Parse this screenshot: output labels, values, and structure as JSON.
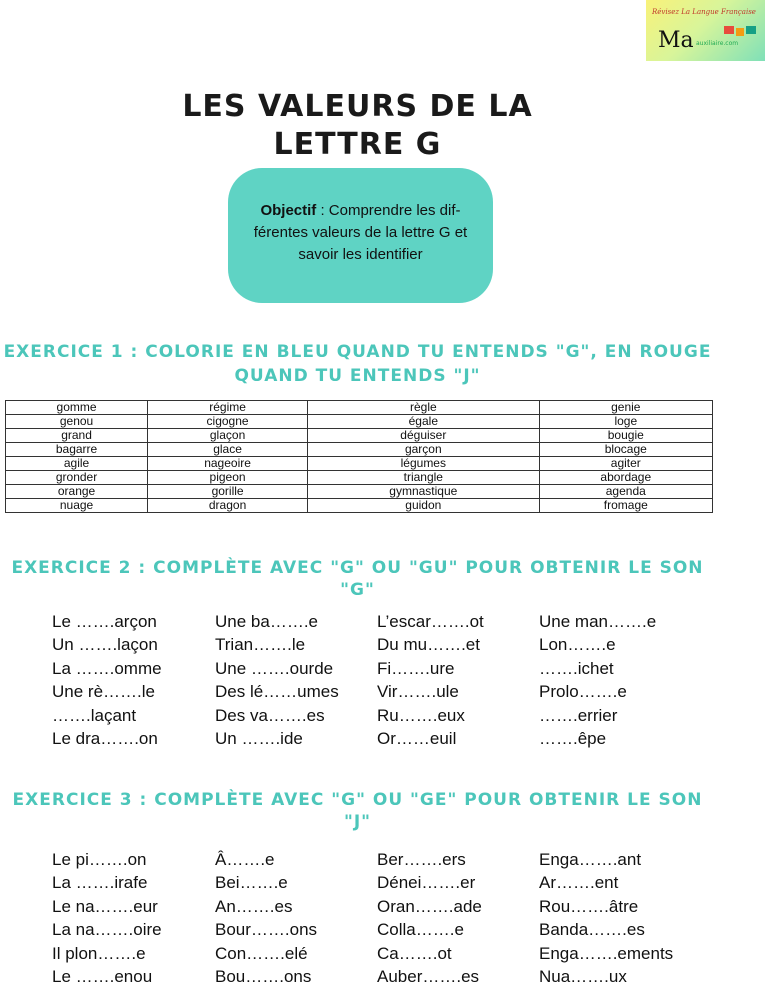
{
  "logo": {
    "tagline": "Révisez La Langue Française",
    "text": "Ma",
    "site": "auxiliaire.com"
  },
  "title": {
    "line1": "LES VALEURS DE LA",
    "line2": "LETTRE G"
  },
  "objective": {
    "label": "Objectif",
    "text": " : Comprendre les dif-férentes valeurs de la lettre G et savoir les identifier"
  },
  "exercise1": {
    "title_line1": "EXERCICE 1 : COLORIE EN BLEU QUAND TU ENTENDS \"G\", EN ROUGE",
    "title_line2": "QUAND TU ENTENDS \"J\"",
    "rows": [
      [
        "gomme",
        "régime",
        "règle",
        "genie"
      ],
      [
        "genou",
        "cigogne",
        "égale",
        "loge"
      ],
      [
        "grand",
        "glaçon",
        "déguiser",
        "bougie"
      ],
      [
        "bagarre",
        "glace",
        "garçon",
        "blocage"
      ],
      [
        "agile",
        "nageoire",
        "légumes",
        "agiter"
      ],
      [
        "gronder",
        "pigeon",
        "triangle",
        "abordage"
      ],
      [
        "orange",
        "gorille",
        "gymnastique",
        "agenda"
      ],
      [
        "nuage",
        "dragon",
        "guidon",
        "fromage"
      ]
    ]
  },
  "exercise2": {
    "title_line1": "EXERCICE 2 : COMPLÈTE AVEC \"G\" OU \"GU\" POUR OBTENIR LE SON",
    "title_line2": "\"G\"",
    "rows": [
      [
        "Le …….arçon",
        "Une ba…….e",
        "L’escar…….ot",
        "Une man…….e"
      ],
      [
        "Un …….laçon",
        "Trian…….le",
        "Du mu…….et",
        "Lon…….e"
      ],
      [
        "La …….omme",
        "Une …….ourde",
        "Fi…….ure",
        "…….ichet"
      ],
      [
        "Une rè…….le",
        "Des lé……umes",
        "Vir…….ule",
        "Prolo…….e"
      ],
      [
        "…….laçant",
        "Des va…….es",
        "Ru…….eux",
        "…….errier"
      ],
      [
        "Le dra…….on",
        "Un …….ide",
        "Or……euil",
        "…….êpe"
      ]
    ]
  },
  "exercise3": {
    "title_line1": "EXERCICE 3 : COMPLÈTE AVEC \"G\" OU \"GE\" POUR OBTENIR LE SON",
    "title_line2": "\"J\"",
    "rows": [
      [
        "Le pi…….on",
        "Â…….e",
        "Ber…….ers",
        "Enga…….ant"
      ],
      [
        "La …….irafe",
        "Bei…….e",
        "Dénei…….er",
        "Ar…….ent"
      ],
      [
        "Le na…….eur",
        "An…….es",
        "Oran…….ade",
        "Rou…….âtre"
      ],
      [
        "La na…….oire",
        "Bour…….ons",
        "Colla…….e",
        "Banda…….es"
      ],
      [
        "Il plon…….e",
        "Con…….elé",
        "Ca…….ot",
        "Enga…….ements"
      ],
      [
        "Le …….enou",
        "Bou…….ons",
        "Auber…….es",
        "Nua…….ux"
      ]
    ]
  }
}
